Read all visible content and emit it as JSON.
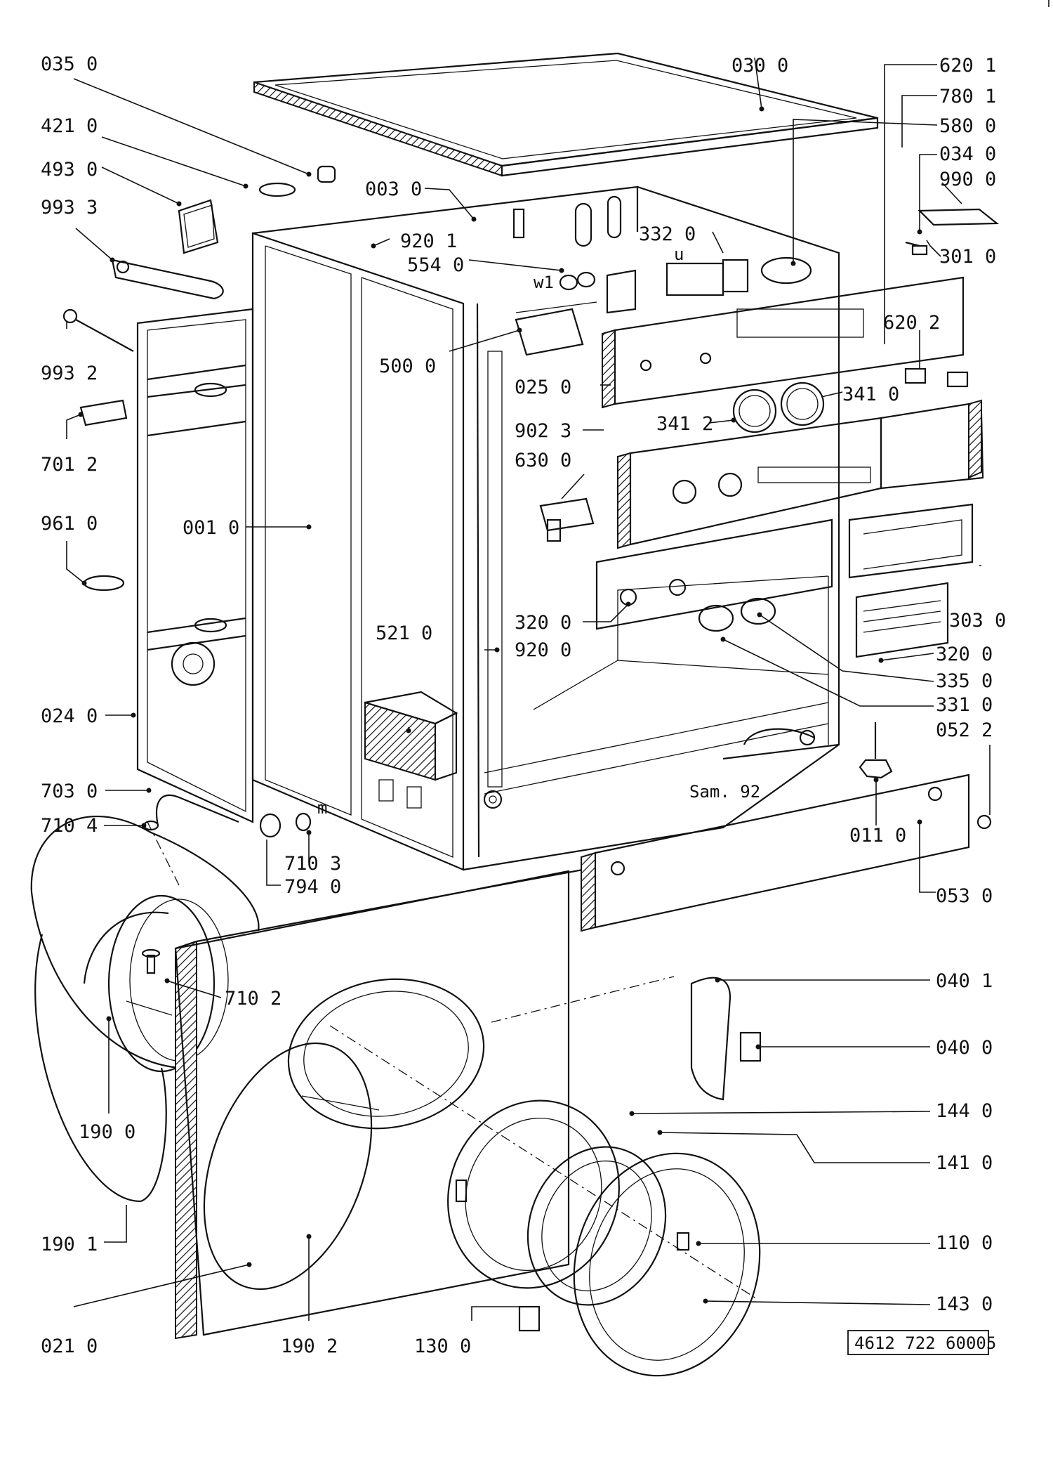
{
  "diagram": {
    "labels": [
      {
        "id": "lbl-035-0",
        "text": "035 0"
      },
      {
        "id": "lbl-421-0",
        "text": "421 0"
      },
      {
        "id": "lbl-493-0",
        "text": "493 0"
      },
      {
        "id": "lbl-993-3",
        "text": "993 3"
      },
      {
        "id": "lbl-993-2",
        "text": "993 2"
      },
      {
        "id": "lbl-701-2",
        "text": "701 2"
      },
      {
        "id": "lbl-961-0",
        "text": "961 0"
      },
      {
        "id": "lbl-024-0",
        "text": "024 0"
      },
      {
        "id": "lbl-703-0",
        "text": "703 0"
      },
      {
        "id": "lbl-710-4",
        "text": "710 4"
      },
      {
        "id": "lbl-710-3",
        "text": "710 3"
      },
      {
        "id": "lbl-794-0",
        "text": "794 0"
      },
      {
        "id": "lbl-710-2",
        "text": "710 2"
      },
      {
        "id": "lbl-190-0",
        "text": "190 0"
      },
      {
        "id": "lbl-190-1",
        "text": "190 1"
      },
      {
        "id": "lbl-021-0",
        "text": "021 0"
      },
      {
        "id": "lbl-190-2",
        "text": "190 2"
      },
      {
        "id": "lbl-130-0",
        "text": "130 0"
      },
      {
        "id": "lbl-030-0",
        "text": "030 0"
      },
      {
        "id": "lbl-003-0",
        "text": "003 0"
      },
      {
        "id": "lbl-920-1",
        "text": "920 1"
      },
      {
        "id": "lbl-554-0",
        "text": "554 0"
      },
      {
        "id": "lbl-332-0",
        "text": "332 0"
      },
      {
        "id": "lbl-500-0",
        "text": "500 0"
      },
      {
        "id": "lbl-025-0",
        "text": "025 0"
      },
      {
        "id": "lbl-902-3",
        "text": "902 3"
      },
      {
        "id": "lbl-630-0",
        "text": "630 0"
      },
      {
        "id": "lbl-001-0",
        "text": "001 0"
      },
      {
        "id": "lbl-521-0",
        "text": "521 0"
      },
      {
        "id": "lbl-320-0a",
        "text": "320 0"
      },
      {
        "id": "lbl-920-0",
        "text": "920 0"
      },
      {
        "id": "lbl-341-2",
        "text": "341 2"
      },
      {
        "id": "lbl-341-0",
        "text": "341 0"
      },
      {
        "id": "lbl-620-2",
        "text": "620 2"
      },
      {
        "id": "lbl-620-1",
        "text": "620 1"
      },
      {
        "id": "lbl-780-1",
        "text": "780 1"
      },
      {
        "id": "lbl-580-0",
        "text": "580 0"
      },
      {
        "id": "lbl-034-0",
        "text": "034 0"
      },
      {
        "id": "lbl-990-0",
        "text": "990 0"
      },
      {
        "id": "lbl-301-0",
        "text": "301 0"
      },
      {
        "id": "lbl-303-0",
        "text": "303 0"
      },
      {
        "id": "lbl-320-0b",
        "text": "320 0"
      },
      {
        "id": "lbl-335-0",
        "text": "335 0"
      },
      {
        "id": "lbl-331-0",
        "text": "331 0"
      },
      {
        "id": "lbl-052-2",
        "text": "052 2"
      },
      {
        "id": "lbl-011-0",
        "text": "011 0"
      },
      {
        "id": "lbl-053-0",
        "text": "053 0"
      },
      {
        "id": "lbl-040-1",
        "text": "040 1"
      },
      {
        "id": "lbl-040-0",
        "text": "040 0"
      },
      {
        "id": "lbl-144-0",
        "text": "144 0"
      },
      {
        "id": "lbl-141-0",
        "text": "141 0"
      },
      {
        "id": "lbl-110-0",
        "text": "110 0"
      },
      {
        "id": "lbl-143-0",
        "text": "143 0"
      }
    ],
    "small_marks": {
      "w1": "w1",
      "u": "u",
      "m": "m",
      "sam": "Sam. 92"
    },
    "document_number": "4612 722 60005"
  }
}
